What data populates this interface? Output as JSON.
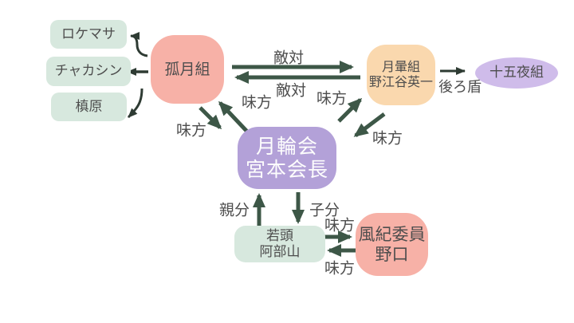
{
  "diagram_title": "relationship-diagram",
  "colors": {
    "background": "#ffffff",
    "mint_box": "#d7e8de",
    "salmon_box": "#f7b1a7",
    "peach_box": "#fad8ae",
    "purple_box": "#b3a1d8",
    "lavender_ellipse": "#cfbcea",
    "text_dark": "#4d4d4d",
    "text_light": "#fdfdfd",
    "arrow_thick": "#3d5747",
    "arrow_thin": "#2e3b33"
  },
  "nodes": {
    "rokemasa": {
      "label": "ロケマサ"
    },
    "chakashin": {
      "label": "チャカシン"
    },
    "makihara": {
      "label": "槙原"
    },
    "kogetsu": {
      "label": "孤月組"
    },
    "tsukigasa": {
      "label": "月暈組\n野江谷英一"
    },
    "jugoya": {
      "label": "十五夜組"
    },
    "getsurin": {
      "label": "月輪会\n宮本会長"
    },
    "wakagashira": {
      "label": "若頭\n阿部山"
    },
    "fuki": {
      "label": "風紀委員\n野口"
    }
  },
  "edge_labels": {
    "hostile_top": "敵対",
    "hostile_bottom": "敵対",
    "ally_left_upper": "味方",
    "ally_left_lower": "味方",
    "ally_right_upper": "味方",
    "ally_right_lower": "味方",
    "backer": "後ろ盾",
    "boss": "親分",
    "follower": "子分",
    "ally_bottom_upper": "味方",
    "ally_bottom_lower": "味方"
  },
  "edges": [
    {
      "from": "孤月組",
      "to": "ロケマサ",
      "label": ""
    },
    {
      "from": "孤月組",
      "to": "チャカシン",
      "label": ""
    },
    {
      "from": "孤月組",
      "to": "槙原",
      "label": ""
    },
    {
      "from": "孤月組",
      "to": "月暈組 野江谷英一",
      "label": "敵対"
    },
    {
      "from": "月暈組 野江谷英一",
      "to": "孤月組",
      "label": "敵対"
    },
    {
      "from": "月輪会 宮本会長",
      "to": "孤月組",
      "label": "味方"
    },
    {
      "from": "孤月組",
      "to": "月輪会 宮本会長",
      "label": "味方"
    },
    {
      "from": "月輪会 宮本会長",
      "to": "月暈組 野江谷英一",
      "label": "味方"
    },
    {
      "from": "月暈組 野江谷英一",
      "to": "月輪会 宮本会長",
      "label": "味方"
    },
    {
      "from": "月暈組 野江谷英一",
      "to": "十五夜組",
      "label": "後ろ盾"
    },
    {
      "from": "若頭 阿部山",
      "to": "月輪会 宮本会長",
      "label": "親分"
    },
    {
      "from": "月輪会 宮本会長",
      "to": "若頭 阿部山",
      "label": "子分"
    },
    {
      "from": "若頭 阿部山",
      "to": "風紀委員 野口",
      "label": "味方"
    },
    {
      "from": "風紀委員 野口",
      "to": "若頭 阿部山",
      "label": "味方"
    }
  ]
}
